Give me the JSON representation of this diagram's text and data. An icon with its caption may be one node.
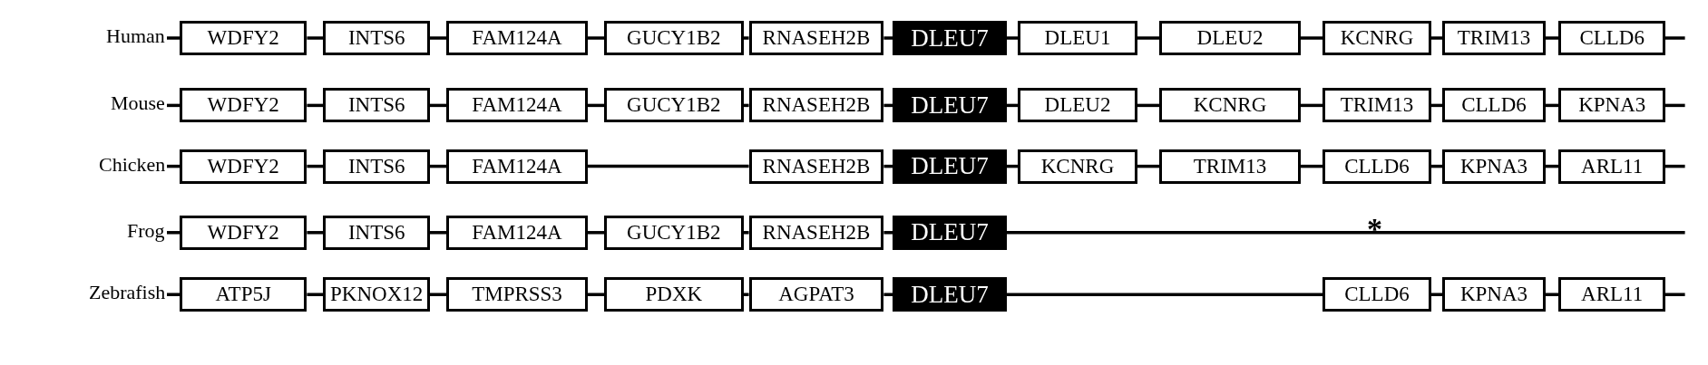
{
  "diagram": {
    "nodes": [
      {
        "text": [
          "Human"
        ]
      },
      {
        "text": [
          "WDFY2"
        ]
      },
      {
        "text": [
          "INTS6"
        ]
      },
      {
        "text": [
          "FAM124A"
        ]
      },
      {
        "text": [
          "GUCY1B2"
        ]
      },
      {
        "text": [
          "RNASEH2B"
        ]
      },
      {
        "text": [
          "DLEU7"
        ]
      },
      {
        "text": [
          "DLEU1"
        ]
      },
      {
        "text": [
          "DLEU2"
        ]
      },
      {
        "text": [
          "KCNRG"
        ]
      },
      {
        "text": [
          "TRIM13"
        ]
      },
      {
        "text": [
          "CLLD6"
        ]
      },
      {
        "text": [
          "Mouse"
        ]
      },
      {
        "text": [
          "WDFY2"
        ]
      },
      {
        "text": [
          "INTS6"
        ]
      },
      {
        "text": [
          "FAM124A"
        ]
      },
      {
        "text": [
          "GUCY1B2"
        ]
      },
      {
        "text": [
          "RNASEH2B"
        ]
      },
      {
        "text": [
          "DLEU7"
        ]
      },
      {
        "text": [
          "DLEU2"
        ]
      },
      {
        "text": [
          "KCNRG"
        ]
      },
      {
        "text": [
          "TRIM13"
        ]
      },
      {
        "text": [
          "CLLD6"
        ]
      },
      {
        "text": [
          "KPNA3"
        ]
      },
      {
        "text": [
          "Chicken"
        ]
      },
      {
        "text": [
          "WDFY2"
        ]
      },
      {
        "text": [
          "INTS6"
        ]
      },
      {
        "text": [
          "FAM124A"
        ]
      },
      {
        "text": [
          "RNASEH2B"
        ]
      },
      {
        "text": [
          "DLEU7"
        ]
      },
      {
        "text": [
          "KCNRG"
        ]
      },
      {
        "text": [
          "TRIM13"
        ]
      },
      {
        "text": [
          "CLLD6"
        ]
      },
      {
        "text": [
          "KPNA3"
        ]
      },
      {
        "text": [
          "ARL11"
        ]
      },
      {
        "text": [
          "Frog"
        ]
      },
      {
        "text": [
          "WDFY2"
        ]
      },
      {
        "text": [
          "INTS6"
        ]
      },
      {
        "text": [
          "FAM124A"
        ]
      },
      {
        "text": [
          "GUCY1B2"
        ]
      },
      {
        "text": [
          "RNASEH2B"
        ]
      },
      {
        "text": [
          "DLEU7"
        ]
      },
      {
        "text": [
          "Zebrafish"
        ]
      },
      {
        "text": [
          "ATP5J"
        ]
      },
      {
        "text": [
          "PKNOX12"
        ]
      },
      {
        "text": [
          "TMPRSS3"
        ]
      },
      {
        "text": [
          "PDXK"
        ]
      },
      {
        "text": [
          "AGPAT3"
        ]
      },
      {
        "text": [
          "DLEU7"
        ]
      },
      {
        "text": [
          "CLLD6"
        ]
      },
      {
        "text": [
          "KPNA3"
        ]
      },
      {
        "text": [
          "ARL11"
        ]
      }
    ],
    "edges": [
      {
        "from": 0,
        "to": 1,
        "arrow": "none"
      },
      {
        "from": 1,
        "to": 2,
        "arrow": "none"
      },
      {
        "from": 2,
        "to": 3,
        "arrow": "none"
      },
      {
        "from": 3,
        "to": 4,
        "arrow": "none"
      },
      {
        "from": 4,
        "to": 5,
        "arrow": "none"
      },
      {
        "from": 5,
        "to": 6,
        "arrow": "none"
      },
      {
        "from": 6,
        "to": 7,
        "arrow": "none"
      },
      {
        "from": 7,
        "to": 8,
        "arrow": "none"
      },
      {
        "from": 8,
        "to": 9,
        "arrow": "none"
      },
      {
        "from": 9,
        "to": 10,
        "arrow": "none"
      },
      {
        "from": 10,
        "to": 11,
        "arrow": "none"
      },
      {
        "from": 11,
        "to": null,
        "arrow": "none"
      },
      {
        "from": 12,
        "to": 13,
        "arrow": "none"
      },
      {
        "from": 13,
        "to": 14,
        "arrow": "none"
      },
      {
        "from": 14,
        "to": 15,
        "arrow": "none"
      },
      {
        "from": 15,
        "to": 16,
        "arrow": "none"
      },
      {
        "from": 16,
        "to": 17,
        "arrow": "none"
      },
      {
        "from": 17,
        "to": 18,
        "arrow": "none"
      },
      {
        "from": 18,
        "to": 19,
        "arrow": "none"
      },
      {
        "from": 19,
        "to": 20,
        "arrow": "none"
      },
      {
        "from": 20,
        "to": 21,
        "arrow": "none"
      },
      {
        "from": 21,
        "to": 22,
        "arrow": "none"
      },
      {
        "from": 22,
        "to": 23,
        "arrow": "none"
      },
      {
        "from": 23,
        "to": null,
        "arrow": "none"
      },
      {
        "from": 24,
        "to": 25,
        "arrow": "none"
      },
      {
        "from": 25,
        "to": 26,
        "arrow": "none"
      },
      {
        "from": 26,
        "to": 27,
        "arrow": "none"
      },
      {
        "from": 27,
        "to": 28,
        "arrow": "none"
      },
      {
        "from": 28,
        "to": 29,
        "arrow": "none"
      },
      {
        "from": 29,
        "to": 30,
        "arrow": "none"
      },
      {
        "from": 30,
        "to": 31,
        "arrow": "none"
      },
      {
        "from": 31,
        "to": 32,
        "arrow": "none"
      },
      {
        "from": 32,
        "to": 33,
        "arrow": "none"
      },
      {
        "from": 33,
        "to": 34,
        "arrow": "none"
      },
      {
        "from": 34,
        "to": null,
        "arrow": "none"
      },
      {
        "from": 35,
        "to": 36,
        "arrow": "none"
      },
      {
        "from": 36,
        "to": 37,
        "arrow": "none"
      },
      {
        "from": 37,
        "to": 38,
        "arrow": "none"
      },
      {
        "from": 38,
        "to": 39,
        "arrow": "none"
      },
      {
        "from": 39,
        "to": 40,
        "arrow": "none"
      },
      {
        "from": 40,
        "to": 41,
        "arrow": "none"
      },
      {
        "from": 41,
        "to": null,
        "arrow": "none"
      },
      {
        "from": 42,
        "to": 43,
        "arrow": "none"
      },
      {
        "from": 43,
        "to": 44,
        "arrow": "none"
      },
      {
        "from": 44,
        "to": 45,
        "arrow": "none"
      },
      {
        "from": 45,
        "to": 46,
        "arrow": "none"
      },
      {
        "from": 46,
        "to": 47,
        "arrow": "none"
      },
      {
        "from": 47,
        "to": 48,
        "arrow": "none"
      },
      {
        "from": 48,
        "to": 49,
        "arrow": "none"
      },
      {
        "from": 49,
        "to": 50,
        "arrow": "none"
      },
      {
        "from": 50,
        "to": 51,
        "arrow": "none"
      },
      {
        "from": 51,
        "to": null,
        "arrow": "none"
      }
    ],
    "labels": [
      "*"
    ]
  }
}
